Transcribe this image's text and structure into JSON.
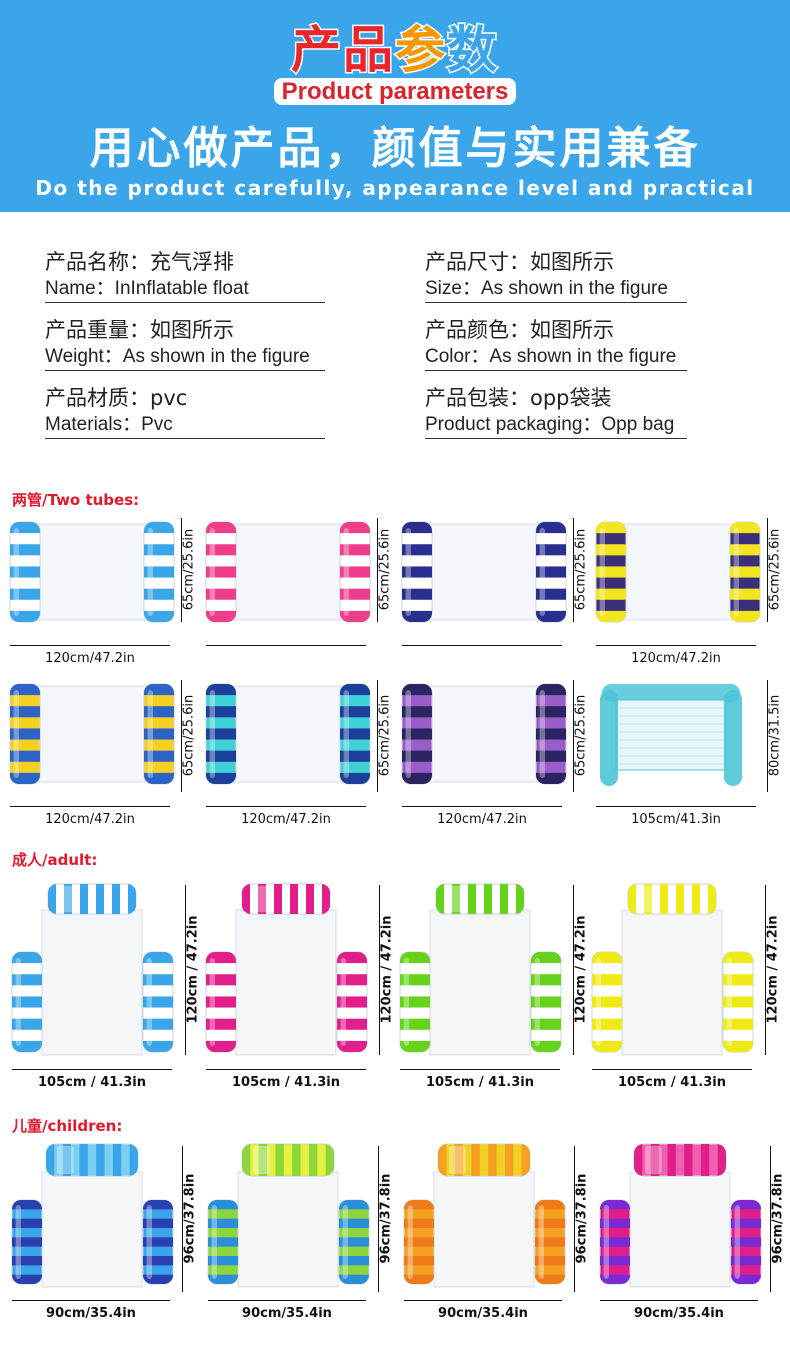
{
  "header": {
    "title_cn_chars": [
      "产",
      "品",
      "参",
      "数"
    ],
    "title_cn_colors": [
      "#e8262c",
      "#e8262c",
      "#f39800",
      "#3aa5e8"
    ],
    "title_en": "Product parameters",
    "slogan_cn": "用心做产品，颜值与实用兼备",
    "slogan_en": "Do the product carefully, appearance level and practical"
  },
  "specs": [
    {
      "cn": "产品名称：充气浮排",
      "en": "Name：InInflatable float"
    },
    {
      "cn": "产品尺寸：如图所示",
      "en": "Size：As shown in the figure"
    },
    {
      "cn": "产品重量：如图所示",
      "en": "Weight：As shown in the figure"
    },
    {
      "cn": "产品颜色：如图所示",
      "en": "Color：As shown in the figure"
    },
    {
      "cn": "产品材质：pvc",
      "en": "Materials：Pvc"
    },
    {
      "cn": "产品包装：opp袋装",
      "en": "Product packaging：Opp bag"
    }
  ],
  "sections": {
    "two_tubes": "两管/Two tubes:",
    "adult": "成人/adult:",
    "children": "儿童/children:"
  },
  "two_tubes_row1": [
    {
      "colors": [
        "#3aa5e8",
        "#ffffff"
      ],
      "width": "120cm/47.2in",
      "height": "65cm/25.6in"
    },
    {
      "colors": [
        "#ee3d8b",
        "#ffffff"
      ],
      "width": "",
      "height": "65cm/25.6in"
    },
    {
      "colors": [
        "#2a2f8f",
        "#ffffff"
      ],
      "width": "",
      "height": "65cm/25.6in"
    },
    {
      "colors": [
        "#f2e620",
        "#3b2f7a"
      ],
      "width": "120cm/47.2in",
      "height": "65cm/25.6in"
    }
  ],
  "two_tubes_row2": [
    {
      "colors": [
        "#2b64c6",
        "#f5d020"
      ],
      "width": "120cm/47.2in",
      "height": "65cm/25.6in"
    },
    {
      "colors": [
        "#1b3f9a",
        "#3fd0d8"
      ],
      "width": "120cm/47.2in",
      "height": "65cm/25.6in"
    },
    {
      "colors": [
        "#2a2460",
        "#9a5cc8"
      ],
      "width": "120cm/47.2in",
      "height": "65cm/25.6in"
    },
    {
      "colors": [
        "#4cc4d8",
        "#4cc4d8"
      ],
      "width": "105cm/41.3in",
      "height": "80cm/31.5in"
    }
  ],
  "adult": [
    {
      "color": "#3aa5e8",
      "width": "105cm / 41.3in",
      "height": "120cm / 47.2in"
    },
    {
      "color": "#e21e8a",
      "width": "105cm / 41.3in",
      "height": "120cm / 47.2in"
    },
    {
      "color": "#66d21c",
      "width": "105cm / 41.3in",
      "height": "120cm / 47.2in"
    },
    {
      "color": "#f0ea14",
      "width": "105cm / 41.3in",
      "height": "120cm / 47.2in"
    }
  ],
  "children": [
    {
      "colors": [
        "#3aa5e8",
        "#2a3fb0",
        "#7ad0f0"
      ],
      "width": "90cm/35.4in",
      "height": "96cm/37.8in"
    },
    {
      "colors": [
        "#8bd63a",
        "#2a8fd8",
        "#e6f040"
      ],
      "width": "90cm/35.4in",
      "height": "96cm/37.8in"
    },
    {
      "colors": [
        "#f5a020",
        "#f07a18",
        "#f0d020"
      ],
      "width": "90cm/35.4in",
      "height": "96cm/37.8in"
    },
    {
      "colors": [
        "#e01e8a",
        "#7a2ad0",
        "#f060b0"
      ],
      "width": "90cm/35.4in",
      "height": "96cm/37.8in"
    }
  ]
}
